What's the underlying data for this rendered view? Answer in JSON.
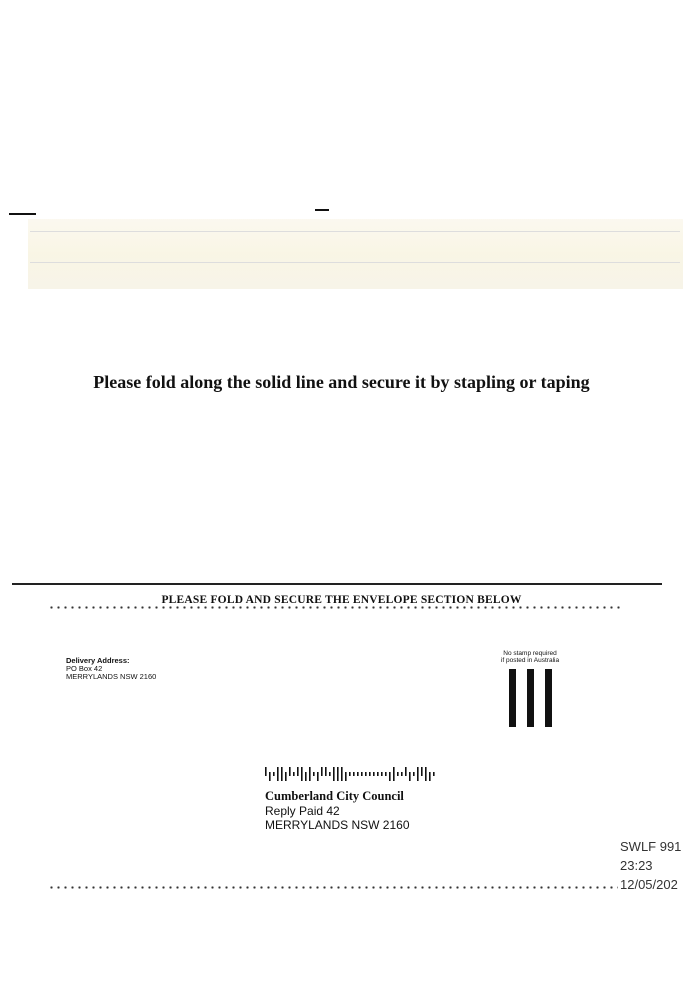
{
  "instruction": "Please fold along the solid line and secure it by stapling or taping",
  "fold_heading": "PLEASE FOLD AND SECURE THE ENVELOPE SECTION BELOW",
  "delivery": {
    "label": "Delivery Address:",
    "line1": "PO Box 42",
    "line2": "MERRYLANDS  NSW  2160"
  },
  "postage": {
    "line1": "No stamp required",
    "line2": "if posted in Australia"
  },
  "addressee": {
    "name": "Cumberland City Council",
    "line1": "Reply Paid 42",
    "line2": "MERRYLANDS  NSW  2160"
  },
  "scan_stamp": {
    "code": "SWLF 991",
    "time": "23:23",
    "date": "12/05/202"
  }
}
